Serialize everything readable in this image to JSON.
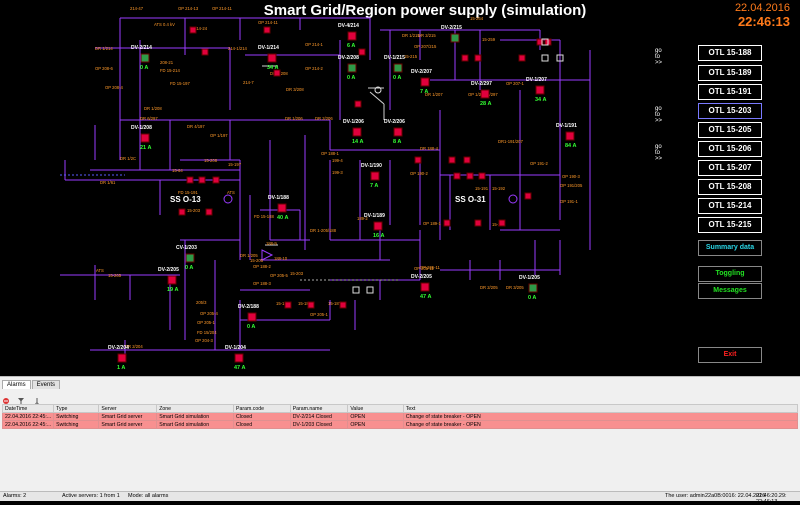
{
  "header": {
    "title": "Smart Grid/Region power supply (simulation)",
    "date": "22.04.2016",
    "time": "22:46:13"
  },
  "colors": {
    "bus": "#9a3bff",
    "breaker_closed": "#e0003c",
    "breaker_open": "#2e9a48",
    "current": "#33ff33",
    "label": "#ff9a2a",
    "nav_cyan": "#29d6e6",
    "nav_green": "#22e022",
    "exit_red": "#ff2020"
  },
  "nav": {
    "goto_label": "go to >>",
    "otl_buttons": [
      {
        "label": "OTL 15-188",
        "goto": true
      },
      {
        "label": "OTL 15-189",
        "goto": false
      },
      {
        "label": "OTL 15-191",
        "goto": false
      },
      {
        "label": "OTL 15-203",
        "goto": true,
        "active": true
      },
      {
        "label": "OTL 15-205",
        "goto": false
      },
      {
        "label": "OTL 15-206",
        "goto": true
      },
      {
        "label": "OTL 15-207",
        "goto": false
      },
      {
        "label": "OTL 15-208",
        "goto": false
      },
      {
        "label": "OTL 15-214",
        "goto": false
      },
      {
        "label": "OTL 15-215",
        "goto": false
      }
    ],
    "summary": "Summary data",
    "toggling": "Toggling",
    "messages": "Messages",
    "exit": "Exit"
  },
  "diagram": {
    "substations": [
      {
        "label": "SS O-13"
      },
      {
        "label": "SS O-31"
      }
    ],
    "breakers": [
      {
        "label": "DV-2/214",
        "current": "0 A",
        "state": "open"
      },
      {
        "label": "DV-1/214",
        "current": "34 A",
        "state": "closed"
      },
      {
        "label": "DV-4/214",
        "current": "6 A",
        "state": "closed"
      },
      {
        "label": "DV-2/208",
        "current": "0 A",
        "state": "open"
      },
      {
        "label": "DV-1/215",
        "current": "0 A",
        "state": "open"
      },
      {
        "label": "DV-2/215",
        "current": "",
        "state": "open"
      },
      {
        "label": "DV-2/207",
        "current": "7 A",
        "state": "closed"
      },
      {
        "label": "DV-2/297",
        "current": "28 A",
        "state": "closed"
      },
      {
        "label": "DV-1/207",
        "current": "34 A",
        "state": "closed"
      },
      {
        "label": "DV-1/206",
        "current": "14 A",
        "state": "closed"
      },
      {
        "label": "DV-2/206",
        "current": "8 A",
        "state": "closed"
      },
      {
        "label": "DV-1/208",
        "current": "21 A",
        "state": "closed"
      },
      {
        "label": "DV-1/191",
        "current": "84 A",
        "state": "closed"
      },
      {
        "label": "DV-1/190",
        "current": "7 A",
        "state": "closed"
      },
      {
        "label": "DV-1/188",
        "current": "40 A",
        "state": "closed"
      },
      {
        "label": "DV-1/189",
        "current": "16 A",
        "state": "closed"
      },
      {
        "label": "CV-1/203",
        "current": "0 A",
        "state": "open"
      },
      {
        "label": "DV-2/205",
        "current": "19 A",
        "state": "closed"
      },
      {
        "label": "DV-2/188",
        "current": "0 A",
        "state": "closed"
      },
      {
        "label": "DV-2/205",
        "current": "47 A",
        "state": "closed"
      },
      {
        "label": "DV-1/205",
        "current": "0 A",
        "state": "open"
      },
      {
        "label": "DV-2/204",
        "current": "1 A",
        "state": "closed"
      },
      {
        "label": "DV-1/204",
        "current": "47 A",
        "state": "closed"
      }
    ],
    "line_labels": [
      "214-47",
      "OP 214-13",
      "OP 214-11",
      "OP 214-11",
      "ATS 0.4 kV",
      "214-24",
      "DR 1/214",
      "214-1/214",
      "OP 214-1",
      "OP 214-2",
      "214-7",
      "OP 208-6",
      "208-21",
      "FD 15-214",
      "OP 208-4",
      "FD 15-197",
      "DR 1/208",
      "DR 6/297",
      "DR 4/197",
      "OP 1/197",
      "DR 1/206",
      "DR 2/206",
      "DR 1/2C",
      "DR 1/61",
      "15-64",
      "15-208",
      "15-197",
      "15-203",
      "ATS",
      "OP 188-1",
      "199-4",
      "199-3",
      "DR 188-4",
      "OP 190-2",
      "DR 1/207",
      "OP 207-1",
      "DR1-191/207",
      "OP 191-2",
      "OP 190-3",
      "OP 191-1",
      "OP 191/205",
      "189-2",
      "DR 1-205/188",
      "OP 189-1",
      "FD 15-188",
      "DR 1/205",
      "OP 205-5",
      "15-205",
      "OP 188-2",
      "OP 188-3",
      "188-10",
      "188-9",
      "205/3",
      "15-265",
      "ATS",
      "OP 205-4",
      "OP 205-1",
      "OP 205-11",
      "DR 2/205",
      "DR 3/205",
      "DR 2/204",
      "OP 204-3",
      "15-203",
      "FD 15/204",
      "OP 205-11",
      "15-184",
      "15-186",
      "15-187",
      "15-191",
      "15-192",
      "15-193",
      "15-264",
      "15-259",
      "15-215",
      "DR 1/215",
      "DR 2/215",
      "OP 207/215",
      "DR 3/208",
      "DR 2/208",
      "OP 1/297",
      "DR 1/297",
      "FD 15-191",
      "OP 205-1"
    ]
  },
  "alarms": {
    "tabs": [
      "Alarms",
      "Events"
    ],
    "toolbar_icons": [
      "acknowledge-icon",
      "filter-icon",
      "sound-icon"
    ],
    "columns": [
      "DateTime",
      "Type",
      "Server",
      "Zone",
      "Param.code",
      "Param.name",
      "Value",
      "Text"
    ],
    "rows": [
      [
        "22.04.2016 22:45:...",
        "Switching",
        "Smart Grid server",
        "Smart Grid simulation",
        "Closed",
        "DV-2/214  Closed",
        "OPEN",
        "Change of state breaker - OPEN"
      ],
      [
        "22.04.2016 22:45:...",
        "Switching",
        "Smart Grid server",
        "Smart Grid simulation",
        "Closed",
        "DV-1/203  Closed",
        "OPEN",
        "Change of state breaker - OPEN"
      ]
    ],
    "status": {
      "alarms": "Alarms: 2",
      "servers": "Active servers: 1 from 1",
      "mode": "Mode: all alarms",
      "user": "The user: admin",
      "session": "22a0B:0016: 22.04.2016",
      "clock": "22:46:20.29: 22:46:13"
    }
  }
}
